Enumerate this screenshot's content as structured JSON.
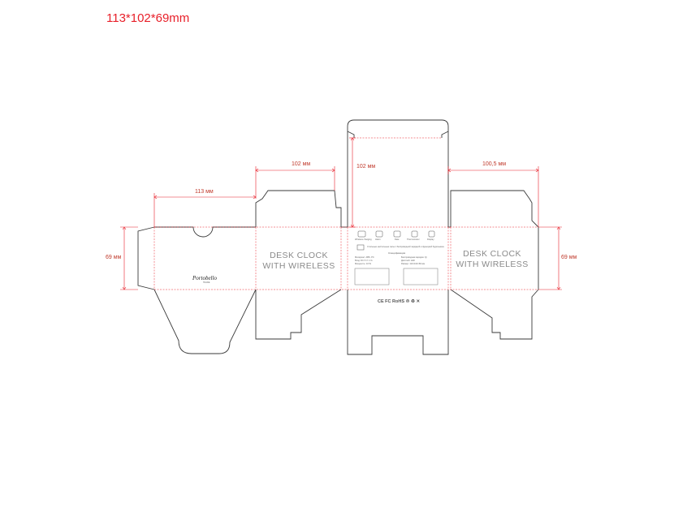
{
  "title": "113*102*69mm",
  "dimensions": {
    "width_top": "102 мм",
    "width_left": "113 мм",
    "height_center": "102 мм",
    "width_right": "100,5 мм",
    "height_left": "69 мм",
    "height_right": "69 мм"
  },
  "panels": {
    "front_line1": "DESK CLOCK",
    "front_line2": "WITH WIRELESS",
    "side_line1": "DESK CLOCK",
    "side_line2": "WITH WIRELESS"
  },
  "brand": {
    "logo": "Portobello",
    "sub": "TRADE"
  },
  "back": {
    "icon_labels": [
      "Wireless charging",
      "Alarm",
      "Date",
      "Thermometer",
      "Display"
    ],
    "description": "Стильные настольные часы с беспроводной зарядкой и функцией будильника",
    "spec_title": "Спецификация",
    "specs_left": [
      "Материал: ABS, PC",
      "Вход: DC 5 V / 2 A",
      "Мощность: 10 W"
    ],
    "specs_right": [
      "Беспроводная зарядка: Qi",
      "Дисплей: LED",
      "Размер: 113×102×69 мм"
    ],
    "cert_marks": "CE  FC  RoHS  ♲  ♻  ✕"
  },
  "colors": {
    "dimension_red": "#e8202a",
    "cut_line": "#3a3a3a",
    "panel_text": "#8a8a8a"
  }
}
